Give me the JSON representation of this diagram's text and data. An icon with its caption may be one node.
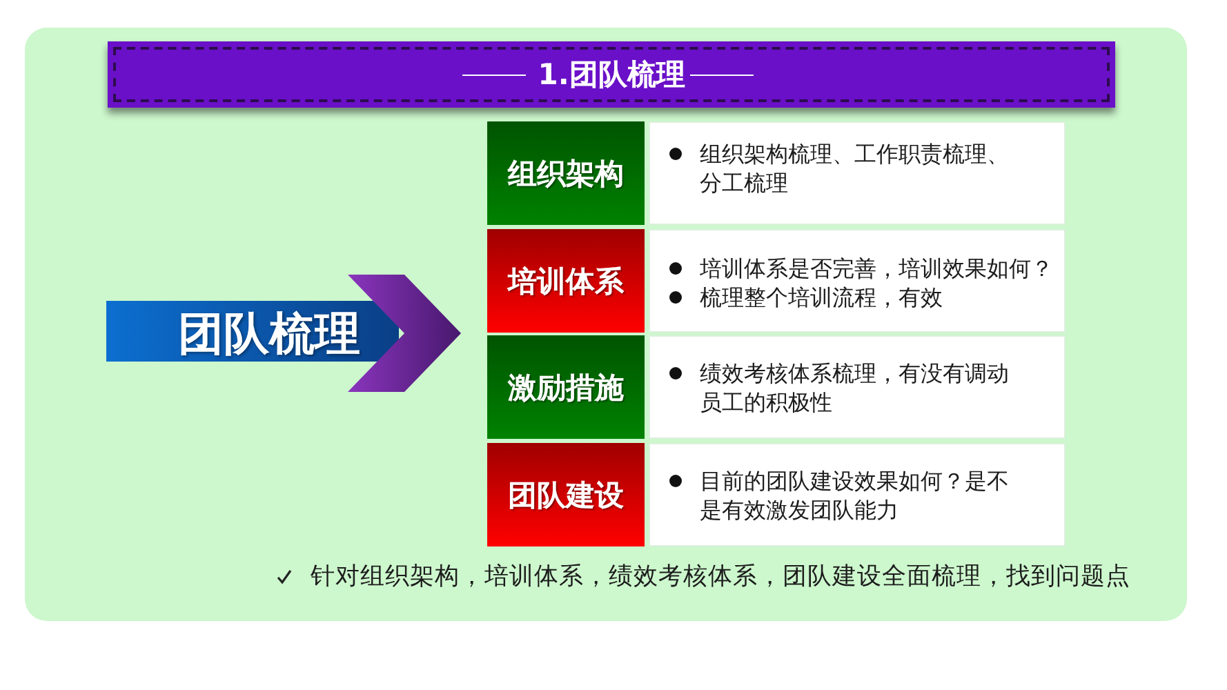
{
  "diagram": {
    "title": "1.团队梳理",
    "nodes": [
      {
        "text": [
          "团队梳理"
        ]
      },
      {
        "text": [
          "组织架构"
        ]
      },
      {
        "text": [
          "组织架构梳理、工作职责梳理、分工梳理"
        ]
      },
      {
        "text": [
          "培训体系"
        ]
      },
      {
        "text": [
          "培训体系是否完善，培训效果如何？",
          "梳理整个培训流程，有效"
        ]
      },
      {
        "text": [
          "激励措施"
        ]
      },
      {
        "text": [
          "绩效考核体系梳理，有没有调动员工的积极性"
        ]
      },
      {
        "text": [
          "团队建设"
        ]
      },
      {
        "text": [
          "目前的团队建设效果如何？是不是有效激发团队能力"
        ]
      }
    ],
    "labels": [
      "针对组织架构，培训体系，绩效考核体系，团队建设全面梳理，找到问题点"
    ]
  }
}
